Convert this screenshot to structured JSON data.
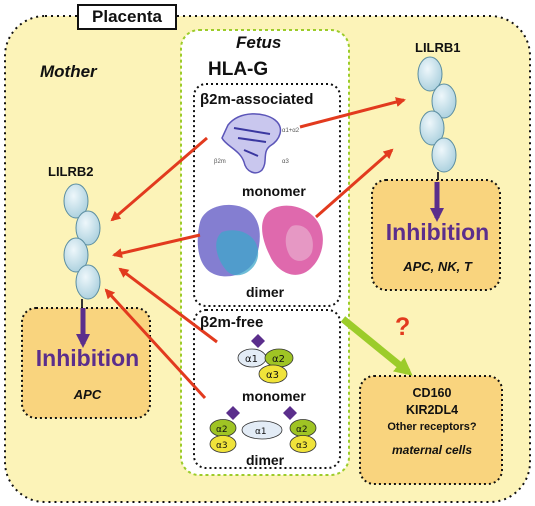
{
  "labels": {
    "placenta": "Placenta",
    "mother": "Mother",
    "fetus": "Fetus",
    "hla_g": "HLA-G",
    "b2m_associated": "β2m-associated",
    "b2m_free": "β2m-free",
    "monomer_1": "monomer",
    "dimer_1": "dimer",
    "monomer_2": "monomer",
    "dimer_2": "dimer",
    "lilrb1": "LILRB1",
    "lilrb2": "LILRB2",
    "inhibition_right": "Inhibition",
    "inhibition_left": "Inhibition",
    "targets_right": "APC, NK, T",
    "targets_left": "APC",
    "question_mark": "?",
    "receptor_1": "CD160",
    "receptor_2": "KIR2DL4",
    "receptor_3": "Other receptors?",
    "receptor_cells": "maternal cells"
  },
  "domain_labels": {
    "monomer": [
      "α1",
      "α2",
      "α3"
    ],
    "dimer_left": [
      "α2",
      "α3"
    ],
    "dimer_center": "α1",
    "dimer_right": [
      "α2",
      "α3"
    ]
  },
  "colors": {
    "placenta_fill": "#fcf3b8",
    "fetus_fill": "#ffffff",
    "inhibition_box_fill": "#f9d47e",
    "receptor_ellipse_fill": "#cfe6f0",
    "inhibit_arrow": "#5b2e8c",
    "interaction_arrow": "#e23a1e",
    "question_arrow": "#9ccc2a",
    "alpha_yellow": "#f0e33a",
    "alpha_green": "#9fc424",
    "alpha_blue": "#e3ecf6",
    "b2m_diamond": "#5b2e8c"
  }
}
